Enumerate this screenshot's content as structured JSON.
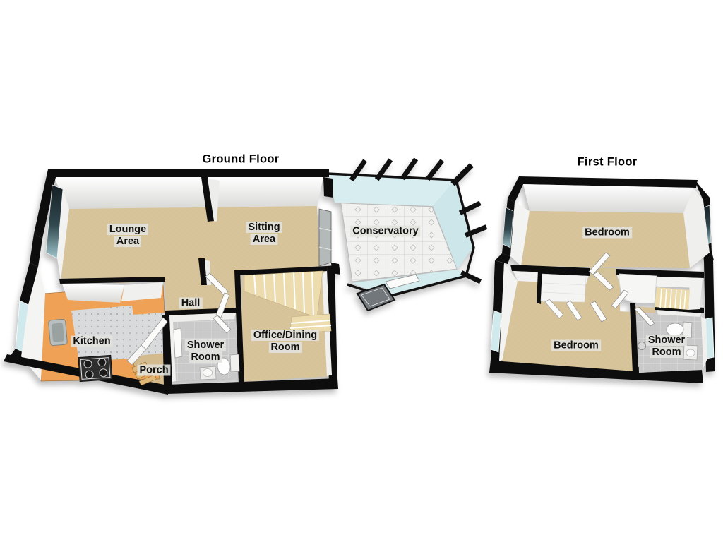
{
  "colors": {
    "background": "#ffffff",
    "wall_black": "#0d0d0d",
    "wall_face_white": "#f5f5f4",
    "floor_tan": "#d8c49a",
    "kitchen_counter_orange": "#efa255",
    "kitchen_tile_gray": "#d8dadb",
    "bathroom_tile_gray": "#c9c9c9",
    "conservatory_floor": "#f1f1ef",
    "glass_light": "#d8edf0",
    "glass_dark": "#2b4046",
    "stair_cream": "#ecdcae",
    "door_white": "#fbfbfa",
    "label_bg": "#e3e2de",
    "label_text": "#111111"
  },
  "ground_floor": {
    "title": "Ground Floor",
    "rooms": [
      {
        "id": "lounge-area",
        "lines": [
          "Lounge",
          "Area"
        ]
      },
      {
        "id": "sitting-area",
        "lines": [
          "Sitting",
          "Area"
        ]
      },
      {
        "id": "conservatory",
        "lines": [
          "Conservatory"
        ]
      },
      {
        "id": "hall",
        "lines": [
          "Hall"
        ]
      },
      {
        "id": "kitchen",
        "lines": [
          "Kitchen"
        ]
      },
      {
        "id": "shower-room",
        "lines": [
          "Shower",
          "Room"
        ]
      },
      {
        "id": "porch",
        "lines": [
          "Porch"
        ]
      },
      {
        "id": "office-dining-room",
        "lines": [
          "Office/Dining",
          "Room"
        ]
      }
    ]
  },
  "first_floor": {
    "title": "First Floor",
    "rooms": [
      {
        "id": "bedroom-rear",
        "lines": [
          "Bedroom"
        ]
      },
      {
        "id": "bedroom-front",
        "lines": [
          "Bedroom"
        ]
      },
      {
        "id": "shower-room",
        "lines": [
          "Shower",
          "Room"
        ]
      }
    ]
  }
}
